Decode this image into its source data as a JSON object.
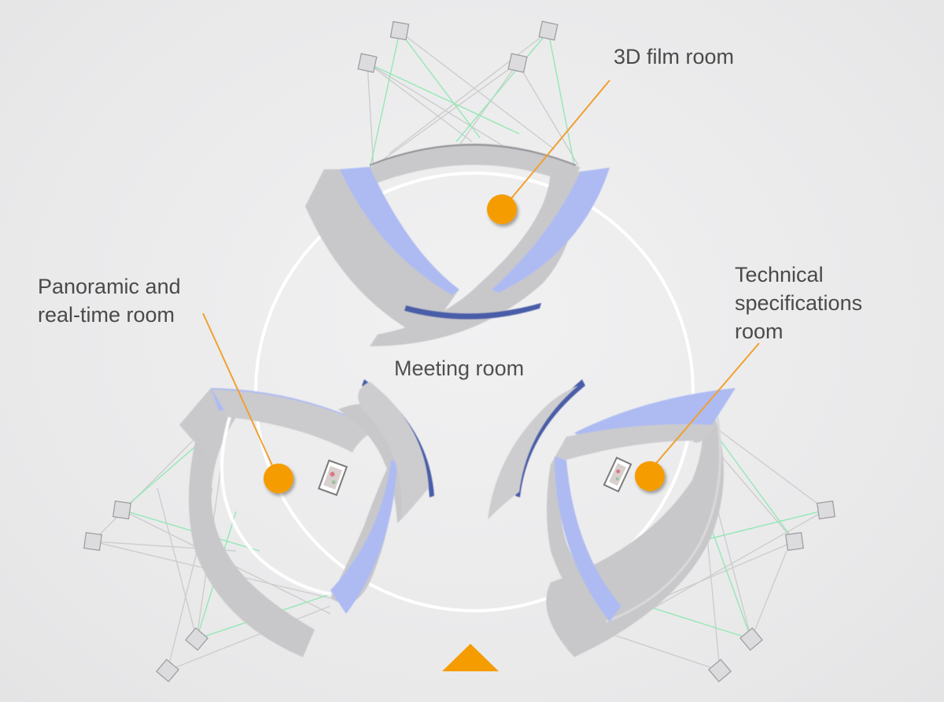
{
  "rooms": {
    "film_3d": {
      "label": "3D film room"
    },
    "panoramic": {
      "line1": "Panoramic and",
      "line2": "real-time room"
    },
    "technical": {
      "line1": "Technical",
      "line2": "specifications",
      "line3": "room"
    },
    "meeting": {
      "label": "Meeting room"
    }
  },
  "colors": {
    "marker": "#f59c00",
    "leader_line": "#f0a030",
    "wall_gray": "#c8c8cb",
    "screen_blue": "#aab8f2",
    "wall_dark_blue": "#4a5da8",
    "beam_green": "#8fe6b0",
    "beam_gray": "#c9c9c9",
    "circle_white": "#ffffff"
  },
  "icons": [
    "projector-icon",
    "location-marker-icon",
    "entrance-triangle-icon",
    "display-stand-icon"
  ]
}
